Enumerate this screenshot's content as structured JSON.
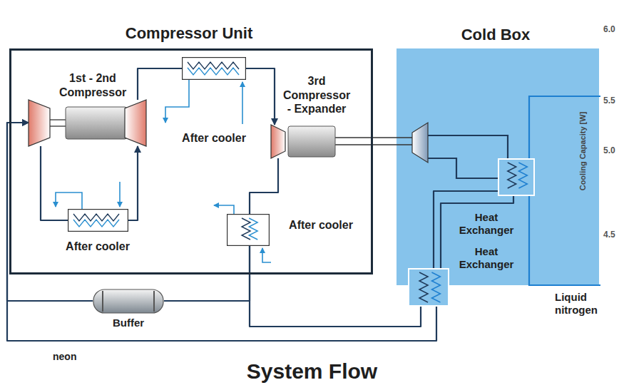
{
  "diagram": {
    "caption": "System Flow",
    "nodes": [
      {
        "text": [
          "Compressor Unit"
        ]
      },
      {
        "text": [
          "1st - 2nd Compressor"
        ],
        "in": 0
      },
      {
        "text": [
          "After cooler"
        ],
        "in": 0
      },
      {
        "text": [
          "3rd Compressor - Expander"
        ],
        "in": 0
      },
      {
        "text": [
          "After cooler"
        ],
        "in": 0
      },
      {
        "text": [
          "After cooler"
        ],
        "in": 0
      },
      {
        "text": [
          "Cold Box"
        ]
      },
      {
        "text": [
          "Heat Exchanger"
        ],
        "in": 6
      },
      {
        "text": [
          "Heat Exchanger"
        ],
        "in": 6
      },
      {
        "text": [
          "Buffer"
        ]
      }
    ],
    "edges": [
      {
        "from": 1,
        "to": 4,
        "arrow": "none"
      },
      {
        "from": 4,
        "to": 1,
        "arrow": "to"
      },
      {
        "from": 1,
        "to": 2,
        "arrow": "none"
      },
      {
        "from": 2,
        "to": 3,
        "arrow": "to"
      },
      {
        "from": 3,
        "to": 5,
        "arrow": "none"
      },
      {
        "from": 5,
        "to": 8,
        "arrow": "none"
      },
      {
        "from": 5,
        "to": 9,
        "arrow": "none"
      },
      {
        "from": 8,
        "to": 7,
        "arrow": "none"
      },
      {
        "from": 7,
        "to": 8,
        "arrow": "none"
      },
      {
        "from": 8,
        "to": 1,
        "arrow": "to"
      },
      {
        "from": 9,
        "to": 1,
        "arrow": "to"
      }
    ],
    "labels": [
      "6.0",
      "5.5",
      "5.0",
      "4.5",
      "Cooling Capacity [W]",
      "Liquid nitrogen",
      "neon"
    ]
  }
}
